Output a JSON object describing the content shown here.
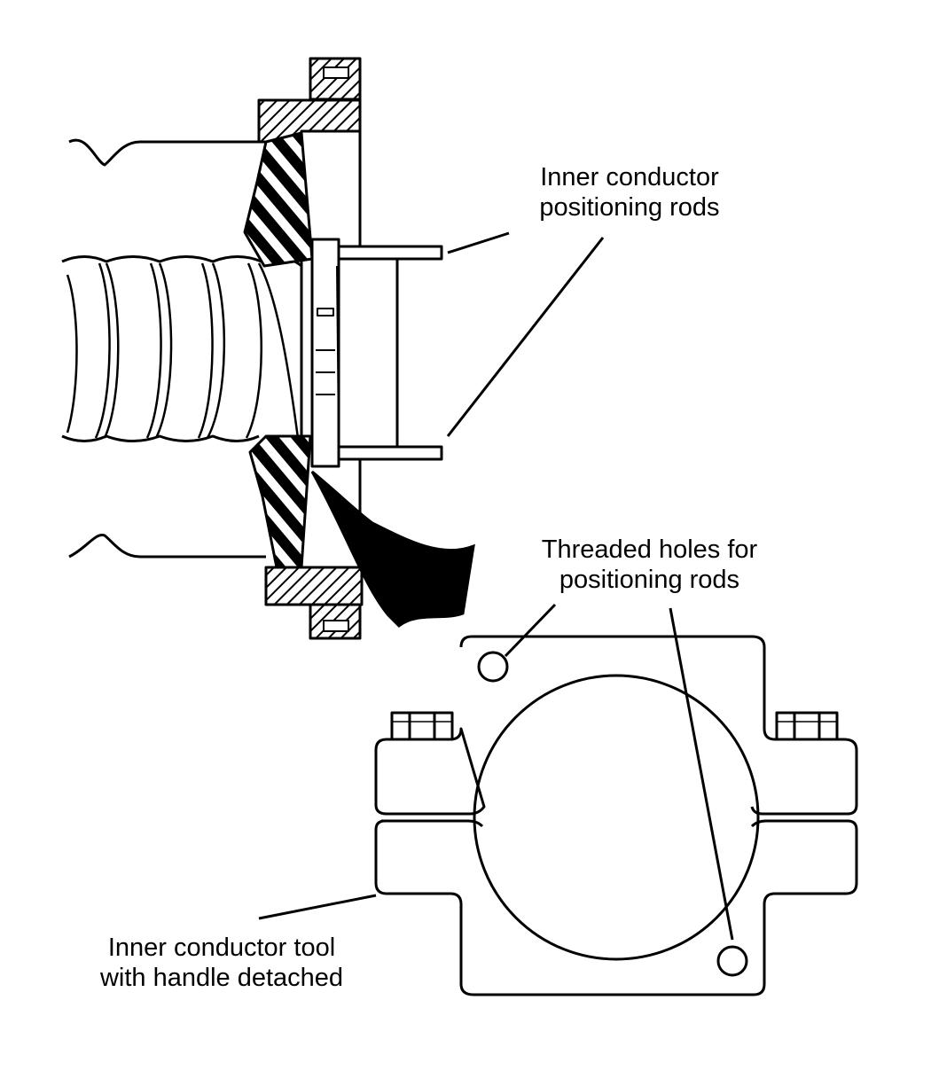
{
  "labels": {
    "positioning_rods": [
      "Inner conductor",
      "positioning rods"
    ],
    "threaded_holes": [
      "Threaded holes for",
      "positioning rods"
    ],
    "tool": [
      "Inner conductor tool",
      "with handle detached"
    ]
  },
  "colors": {
    "ink": "#000000",
    "paper": "#ffffff"
  }
}
